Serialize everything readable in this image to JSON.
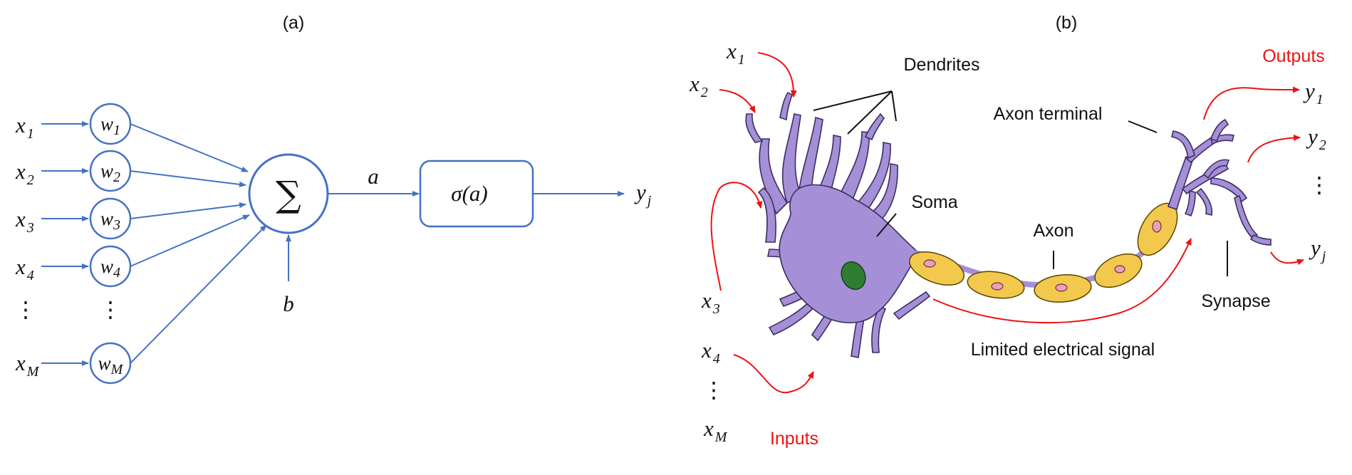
{
  "panel_a": {
    "caption": "(a)",
    "inputs": [
      {
        "base": "x",
        "sub": "1"
      },
      {
        "base": "x",
        "sub": "2"
      },
      {
        "base": "x",
        "sub": "3"
      },
      {
        "base": "x",
        "sub": "4"
      },
      {
        "base": "x",
        "sub": "M"
      }
    ],
    "weights": [
      {
        "base": "w",
        "sub": "1"
      },
      {
        "base": "w",
        "sub": "2"
      },
      {
        "base": "w",
        "sub": "3"
      },
      {
        "base": "w",
        "sub": "4"
      },
      {
        "base": "w",
        "sub": "M"
      }
    ],
    "sum_symbol": "∑",
    "activation_label": "a",
    "bias_label": "b",
    "function_label": "σ(a)",
    "output": {
      "base": "y",
      "sub": "j"
    },
    "ellipsis": "⋮",
    "colors": {
      "line": "#4472c4"
    }
  },
  "panel_b": {
    "caption": "(b)",
    "labels": {
      "dendrites": "Dendrites",
      "soma": "Soma",
      "axon": "Axon",
      "axon_terminal": "Axon terminal",
      "synapse": "Synapse",
      "signal": "Limited electrical signal",
      "outputs": "Outputs",
      "inputs": "Inputs"
    },
    "inputs": [
      {
        "base": "x",
        "sub": "1"
      },
      {
        "base": "x",
        "sub": "2"
      },
      {
        "base": "x",
        "sub": "3"
      },
      {
        "base": "x",
        "sub": "4"
      },
      {
        "base": "x",
        "sub": "M"
      }
    ],
    "outputs": [
      {
        "base": "y",
        "sub": "1"
      },
      {
        "base": "y",
        "sub": "2"
      },
      {
        "base": "y",
        "sub": "j"
      }
    ],
    "ellipsis": "⋮",
    "colors": {
      "arrows": "#ee1111",
      "cell": "#a58fd6",
      "nucleus": "#2e7d32",
      "myelin": "#f2c94c",
      "node": "#e7a3b5"
    }
  }
}
